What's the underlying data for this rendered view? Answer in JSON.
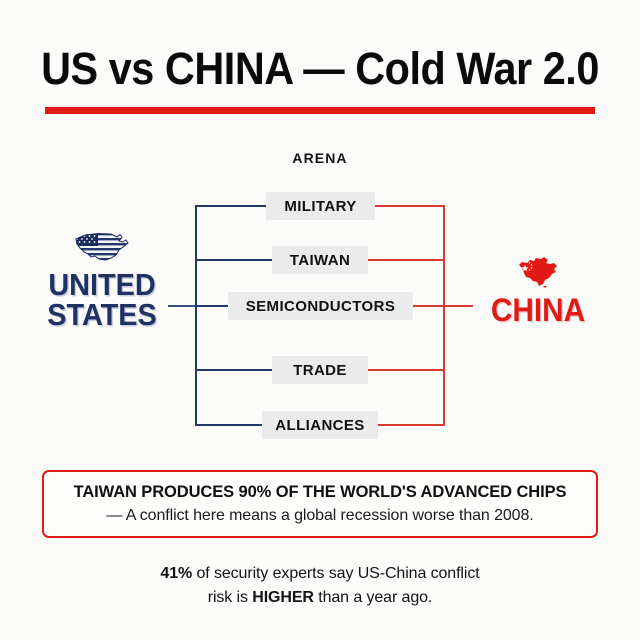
{
  "page": {
    "background": "#fbfbfa",
    "accent_red": "#e01b16",
    "accent_navy": "#1f3263"
  },
  "title": {
    "text": "US vs CHINA — Cold War 2.0",
    "rule_color": "#e01b16"
  },
  "diagram": {
    "column_header": "ARENA",
    "left_side": {
      "name_line1": "UNITED",
      "name_line2": "STATES",
      "color": "#1f3263",
      "icon": "us-flag-map-icon",
      "line_color": "#22386b"
    },
    "right_side": {
      "name": "CHINA",
      "color": "#e01b16",
      "icon": "china-map-icon",
      "line_color": "#d63a31"
    },
    "arenas": [
      {
        "label": "MILITARY"
      },
      {
        "label": "TAIWAN"
      },
      {
        "label": "SEMICONDUCTORS"
      },
      {
        "label": "TRADE"
      },
      {
        "label": "ALLIANCES"
      }
    ]
  },
  "callout": {
    "line1": "TAIWAN PRODUCES 90% OF THE WORLD'S ADVANCED CHIPS",
    "line2": "— A conflict here means a global recession worse than 2008.",
    "border_color": "#e01b16"
  },
  "footnote": {
    "stat": "41%",
    "part1": " of security experts say US-China conflict",
    "part2": "risk is ",
    "emphasis": "HIGHER",
    "part3": " than a year ago."
  }
}
